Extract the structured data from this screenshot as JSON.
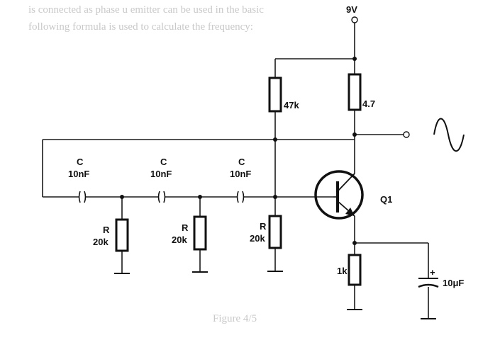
{
  "background_text": {
    "line1": "is connected as phase u emitter can be used in the basic",
    "line2": "following formula is used to calculate the frequency:",
    "caption": "Figure 4/5"
  },
  "supply": {
    "label": "9V"
  },
  "resistors": {
    "bias": "47k",
    "collector": "4.7",
    "emitter": "1k",
    "r1": {
      "name": "R",
      "value": "20k"
    },
    "r2": {
      "name": "R",
      "value": "20k"
    },
    "r3": {
      "name": "R",
      "value": "20k"
    }
  },
  "capacitors": {
    "c1": {
      "name": "C",
      "value": "10nF"
    },
    "c2": {
      "name": "C",
      "value": "10nF"
    },
    "c3": {
      "name": "C",
      "value": "10nF"
    },
    "emitter_bypass": {
      "plus": "+",
      "value": "10μF"
    }
  },
  "transistor": {
    "label": "Q1"
  },
  "output": {
    "waveform": "sine-wave-icon"
  }
}
